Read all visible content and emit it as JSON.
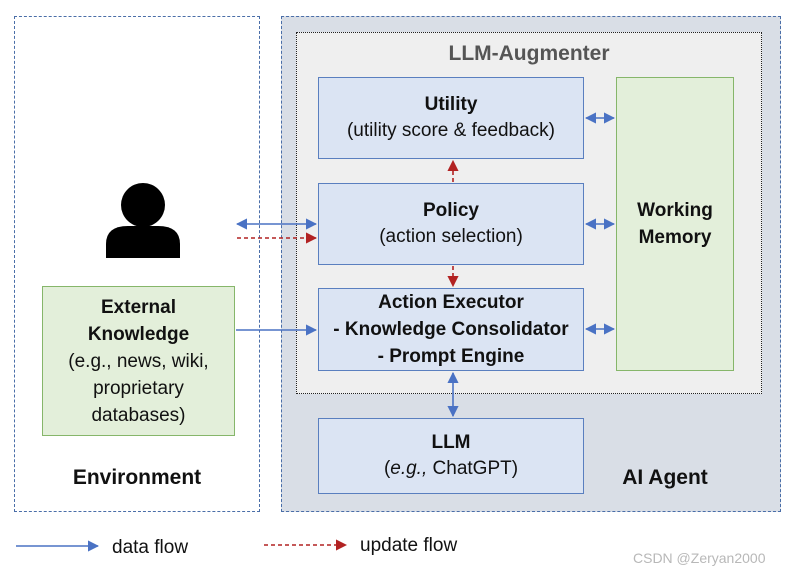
{
  "environment_label": "Environment",
  "agent_label": "AI Agent",
  "augmenter_title": "LLM-Augmenter",
  "utility": {
    "title": "Utility",
    "subtitle": "(utility score & feedback)"
  },
  "policy": {
    "title": "Policy",
    "subtitle": "(action selection)"
  },
  "executor": {
    "line1": "Action Executor",
    "line2": "- Knowledge Consolidator",
    "line3": "- Prompt Engine"
  },
  "working_memory": {
    "line1": "Working",
    "line2": "Memory"
  },
  "llm": {
    "title": "LLM",
    "eg": "e.g.,",
    "model": " ChatGPT)",
    "open_paren": "("
  },
  "external": {
    "line1": "External",
    "line2": "Knowledge",
    "line3": "(e.g., news, wiki,",
    "line4": "proprietary",
    "line5": "databases)"
  },
  "legend": {
    "data_flow": "data flow",
    "update_flow": "update flow"
  },
  "watermark": "CSDN @Zeryan2000",
  "colors": {
    "data_flow": "#4a72c4",
    "update_flow": "#b22222",
    "blue_fill": "#dbe4f3",
    "green_fill": "#e3efda"
  },
  "icons": {
    "user": "person-silhouette-icon"
  }
}
